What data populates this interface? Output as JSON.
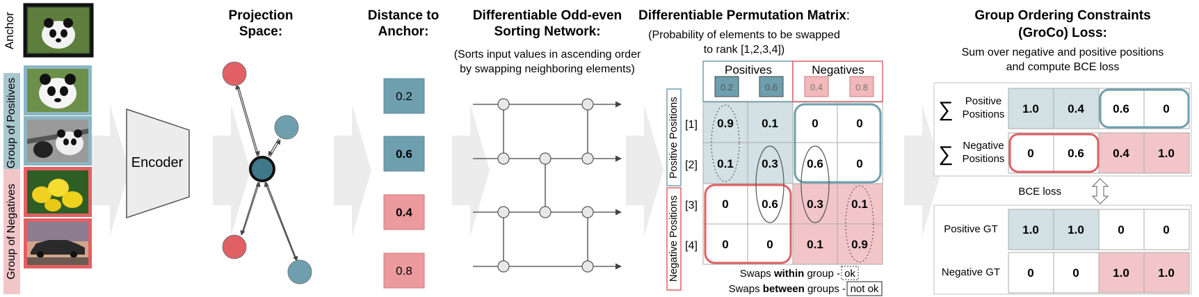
{
  "left_panel": {
    "anchor_label": "Anchor",
    "positives_label": "Group of Positives",
    "negatives_label": "Group of Negatives"
  },
  "encoder": {
    "label": "Encoder"
  },
  "projection": {
    "title_line1": "Projection",
    "title_line2": "Space:"
  },
  "distance": {
    "title_line1": "Distance to",
    "title_line2": "Anchor:",
    "values": [
      "0.2",
      "0.6",
      "0.4",
      "0.8"
    ]
  },
  "sorting": {
    "title_line1": "Differentiable Odd-even",
    "title_line2": "Sorting Network:",
    "desc_line1": "(Sorts input values in ascending order",
    "desc_line2": "by swapping neighboring elements)"
  },
  "permutation": {
    "title": "Differentiable Permutation Matrix",
    "title_colon": ":",
    "desc_line1": "(Probability of elements to be swapped",
    "desc_line2": "to rank [1,2,3,4])",
    "positives_header": "Positives",
    "negatives_header": "Negatives",
    "column_values": [
      "0.2",
      "0.6",
      "0.4",
      "0.8"
    ],
    "row_labels": [
      "[1]",
      "[2]",
      "[3]",
      "[4]"
    ],
    "rows": [
      [
        "0.9",
        "0.1",
        "0",
        "0"
      ],
      [
        "0.1",
        "0.3",
        "0.6",
        "0"
      ],
      [
        "0",
        "0.6",
        "0.3",
        "0.1"
      ],
      [
        "0",
        "0",
        "0.1",
        "0.9"
      ]
    ],
    "positive_positions_label": "Positive Positions",
    "negative_positions_label": "Negative Positions",
    "swaps_within_pre": "Swaps ",
    "swaps_within_bold": "within",
    "swaps_within_post": " group - ",
    "swaps_within_status": "ok",
    "swaps_between_pre": "Swaps ",
    "swaps_between_bold": "between",
    "swaps_between_post": " groups - ",
    "swaps_between_status": "not ok"
  },
  "groco": {
    "title_line1": "Group Ordering Constraints",
    "title_line2": "(GroCo) Loss:",
    "desc_line1": "Sum over negative and positive positions",
    "desc_line2": "and compute BCE loss",
    "sum_symbol": "∑",
    "pos_label_line1": "Positive",
    "pos_label_line2": "Positions",
    "neg_label_line1": "Negative",
    "neg_label_line2": "Positions",
    "pos_values": [
      "1.0",
      "0.4",
      "0.6",
      "0"
    ],
    "neg_values": [
      "0",
      "0.6",
      "0.4",
      "1.0"
    ],
    "bce_label": "BCE loss",
    "pos_gt_label": "Positive GT",
    "neg_gt_label": "Negative GT",
    "pos_gt_values": [
      "1.0",
      "1.0",
      "0",
      "0"
    ],
    "neg_gt_values": [
      "0",
      "0",
      "1.0",
      "1.0"
    ]
  },
  "colors": {
    "teal": "#6e9fae",
    "teal_light": "#d3e1e4",
    "red": "#e06064",
    "red_light": "#f2c6c8",
    "pink_box": "#ec9a9d",
    "arrow_bg": "#ececec"
  }
}
